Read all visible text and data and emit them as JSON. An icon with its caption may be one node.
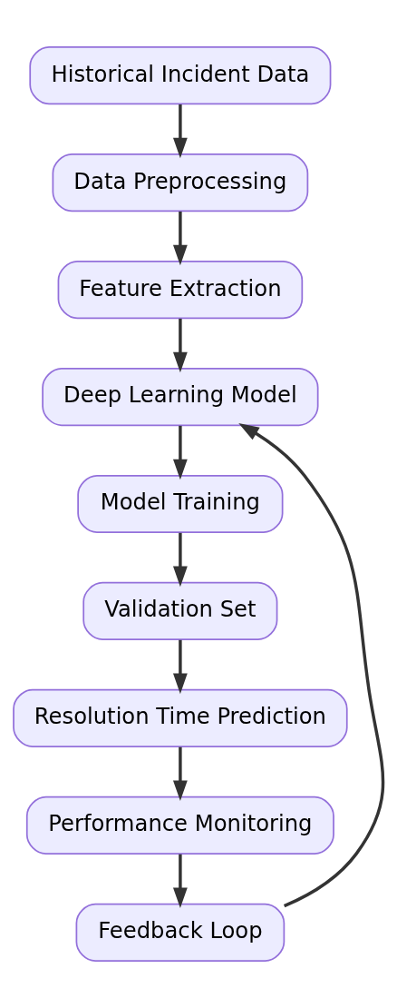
{
  "diagram": {
    "nodes": [
      {
        "text": [
          "Historical Incident Data"
        ]
      },
      {
        "text": [
          "Data Preprocessing"
        ]
      },
      {
        "text": [
          "Feature Extraction"
        ]
      },
      {
        "text": [
          "Deep Learning Model"
        ]
      },
      {
        "text": [
          "Model Training"
        ]
      },
      {
        "text": [
          "Validation Set"
        ]
      },
      {
        "text": [
          "Resolution Time Prediction"
        ]
      },
      {
        "text": [
          "Performance Monitoring"
        ]
      },
      {
        "text": [
          "Feedback Loop"
        ]
      }
    ],
    "edges": [
      {
        "from": 0,
        "to": 1,
        "arrow": "to"
      },
      {
        "from": 1,
        "to": 2,
        "arrow": "to"
      },
      {
        "from": 2,
        "to": 3,
        "arrow": "to"
      },
      {
        "from": 3,
        "to": 4,
        "arrow": "to"
      },
      {
        "from": 4,
        "to": 5,
        "arrow": "to"
      },
      {
        "from": 5,
        "to": 6,
        "arrow": "to"
      },
      {
        "from": 6,
        "to": 7,
        "arrow": "to"
      },
      {
        "from": 7,
        "to": 8,
        "arrow": "to"
      },
      {
        "from": 8,
        "to": 3,
        "arrow": "to"
      }
    ]
  }
}
